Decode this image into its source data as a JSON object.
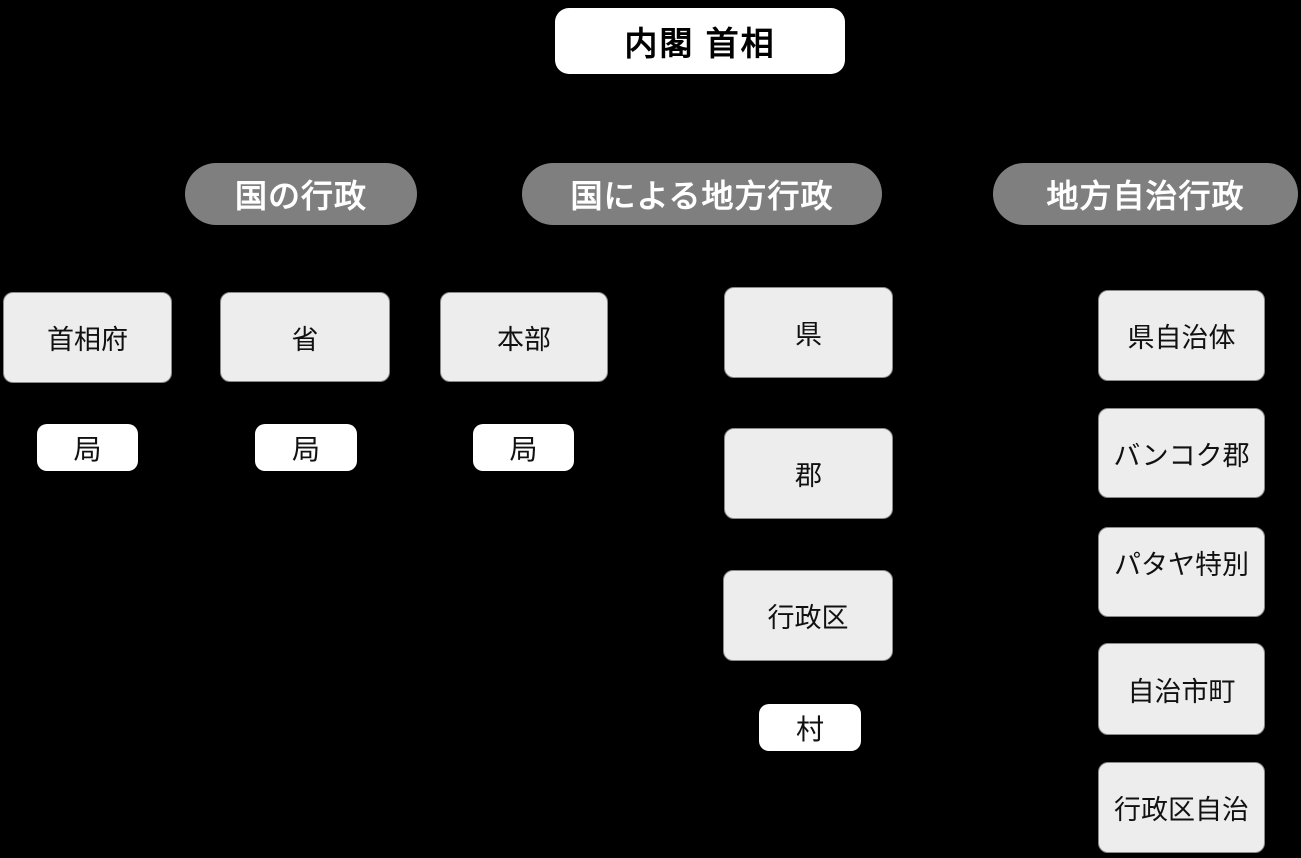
{
  "diagram": {
    "title": "内閣 首相",
    "colors": {
      "background": "#000000",
      "header_pill": "#7f7f7f",
      "box_light": "#ededed",
      "box_light_border": "#8a8a8a",
      "box_white": "#ffffff",
      "text_dark": "#111111",
      "text_light": "#ffffff"
    },
    "headers": {
      "national": "国の行政",
      "state_local": "国による地方行政",
      "self_government": "地方自治行政"
    },
    "nodes": {
      "prime_minister_office": "首相府",
      "ministry": "省",
      "headquarters": "本部",
      "bureau_1": "局",
      "bureau_2": "局",
      "bureau_3": "局",
      "province": "県",
      "district": "郡",
      "administrative_district": "行政区",
      "village": "村",
      "provincial_authority": "県自治体",
      "bangkok_district": "バンコク郡",
      "pattaya_special": "パタヤ特別",
      "municipality": "自治市町",
      "district_self_government": "行政区自治"
    }
  }
}
